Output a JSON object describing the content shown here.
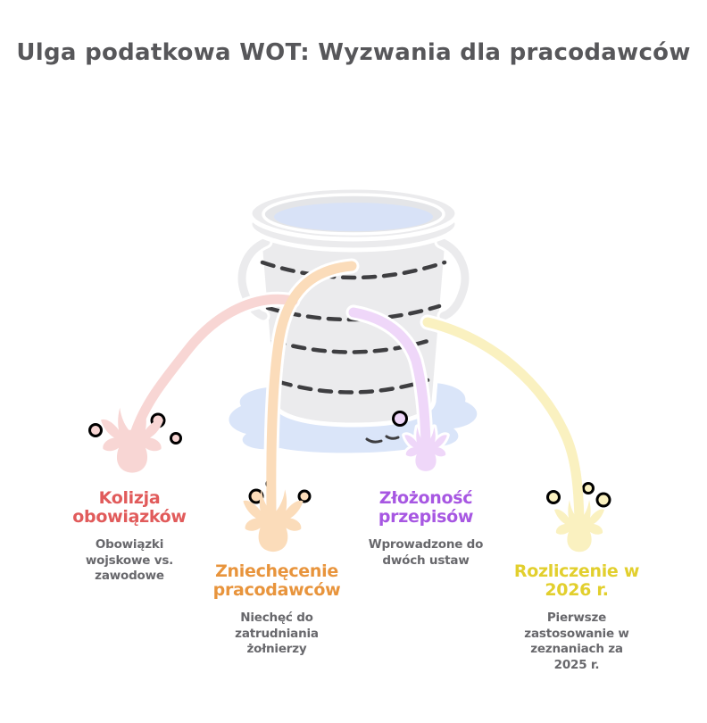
{
  "title": "Ulga podatkowa WOT: Wyzwania dla pracodawców",
  "palette": {
    "title_text": "#57575a",
    "desc_text": "#68686c",
    "bucket_fill": "#ebebed",
    "bucket_inner": "#e4e5e8",
    "water": "#d8e2f7",
    "puddle": "#dae5f9",
    "dash": "#3e3e41",
    "outline": "#ffffff"
  },
  "leaks": [
    {
      "id": "kolizja-obowiazkow",
      "accent": "#e15b5b",
      "stream": "#f8d6d4",
      "title_lines": [
        "Kolizja",
        "obowiązków"
      ],
      "desc_lines": [
        "Obowiązki",
        "wojskowe vs.",
        "zawodowe"
      ]
    },
    {
      "id": "zniechecenie-pracodawcow",
      "accent": "#e8943c",
      "stream": "#fbdcba",
      "title_lines": [
        "Zniechęcenie",
        "pracodawców"
      ],
      "desc_lines": [
        "Niechęć do",
        "zatrudniania",
        "żołnierzy"
      ]
    },
    {
      "id": "zlozonosc-przepisow",
      "accent": "#a757e2",
      "stream": "#efd7f9",
      "title_lines": [
        "Złożoność",
        "przepisów"
      ],
      "desc_lines": [
        "Wprowadzone do",
        "dwóch ustaw"
      ]
    },
    {
      "id": "rozliczenie-2026",
      "accent": "#e2cf2d",
      "stream": "#faf1c0",
      "title_lines": [
        "Rozliczenie w",
        "2026 r."
      ],
      "desc_lines": [
        "Pierwsze",
        "zastosowanie w",
        "zeznaniach za",
        "2025 r."
      ]
    }
  ]
}
